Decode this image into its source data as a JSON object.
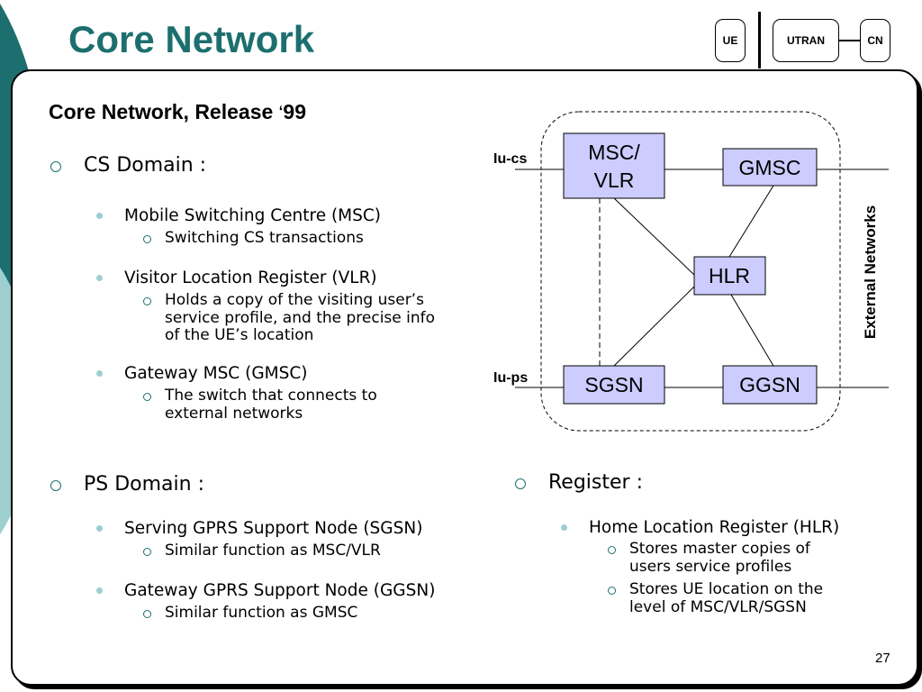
{
  "title": "Core Network",
  "nav": {
    "ue": "UE",
    "utran": "UTRAN",
    "cn": "CN"
  },
  "subtitle_main": "Core Network, Release ",
  "subtitle_quote": "‘",
  "subtitle_year": "99",
  "cs_domain": {
    "heading": "CS Domain :",
    "items": [
      {
        "label": "Mobile Switching Centre (MSC)",
        "subs": [
          [
            "Switching CS transactions"
          ]
        ]
      },
      {
        "label": "Visitor Location Register (VLR)",
        "subs": [
          [
            "Holds a copy of the visiting user’s",
            "service profile, and the precise info",
            "of the UE’s location"
          ]
        ]
      },
      {
        "label": "Gateway MSC (GMSC)",
        "subs": [
          [
            "The switch that connects to",
            "external networks"
          ]
        ]
      }
    ]
  },
  "ps_domain": {
    "heading": "PS Domain :",
    "items": [
      {
        "label": "Serving GPRS Support Node (SGSN)",
        "subs": [
          [
            "Similar function as MSC/VLR"
          ]
        ]
      },
      {
        "label": "Gateway GPRS Support Node (GGSN)",
        "subs": [
          [
            "Similar function as GMSC"
          ]
        ]
      }
    ]
  },
  "register": {
    "heading": "Register :",
    "items": [
      {
        "label": "Home Location Register (HLR)",
        "subs": [
          [
            "Stores master copies of",
            "users service profiles"
          ],
          [
            "Stores UE location on the",
            "level of MSC/VLR/SGSN"
          ]
        ]
      }
    ]
  },
  "diagram": {
    "iu_cs": "Iu-cs",
    "iu_ps": "Iu-ps",
    "msc_vlr_1": "MSC/",
    "msc_vlr_2": "VLR",
    "gmsc": "GMSC",
    "hlr": "HLR",
    "sgsn": "SGSN",
    "ggsn": "GGSN",
    "external_networks": "External Networks"
  },
  "page_number": "27",
  "colors": {
    "title": "#1d6f6f",
    "node_fill": "#ccccff",
    "home_icon": "#e0207a",
    "accent_light": "#9dcfcf"
  }
}
